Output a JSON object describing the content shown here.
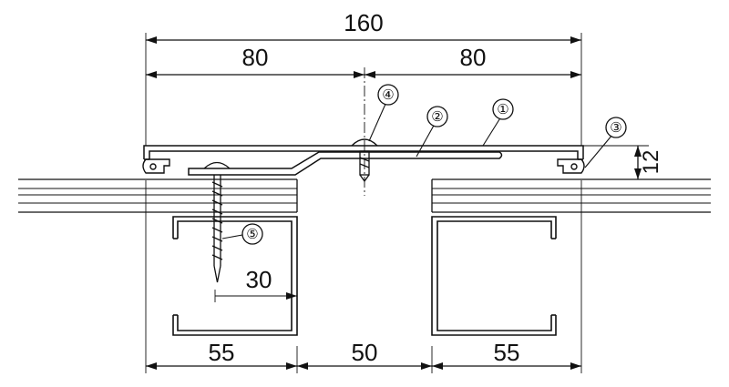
{
  "dimensions": {
    "overall_width": "160",
    "left_half": "80",
    "right_half": "80",
    "joint_height": "12",
    "screw_offset": "30",
    "left_flange": "55",
    "gap": "50",
    "right_flange": "55"
  },
  "callouts": {
    "part1": "①",
    "part2": "②",
    "part3": "③",
    "part4": "④",
    "part5": "⑤"
  },
  "colors": {
    "line": "#111111",
    "background": "#ffffff"
  }
}
